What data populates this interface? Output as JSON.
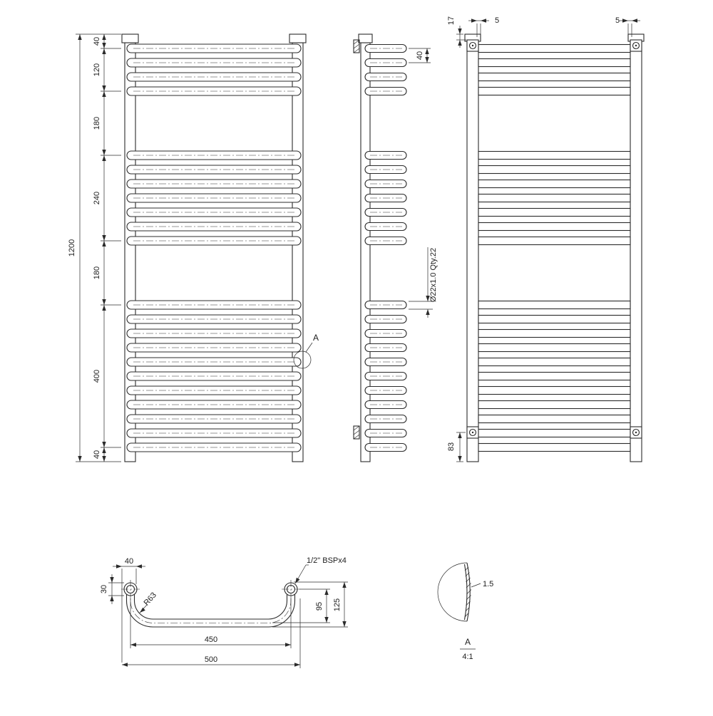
{
  "drawing": {
    "front_view": {
      "overall_height": "1200",
      "chain_dims": [
        "40",
        "120",
        "180",
        "240",
        "180",
        "400",
        "40"
      ],
      "detail_callout": "A"
    },
    "side_view": {
      "tube_pitch": "40",
      "tube_spec": "Ø22x1.0 Qty.22"
    },
    "back_view": {
      "bracket_top_offset": "17",
      "bracket_left_inset": "5",
      "bracket_right_inset": "5",
      "bracket_bottom_offset": "83"
    },
    "plan_view": {
      "edge_to_tube": "40",
      "rail_diameter": "30",
      "bend_radius": "R63",
      "connection_thread": "1/2\" BSPx4",
      "tube_projection": "95",
      "overall_depth": "125",
      "rail_centres": "450",
      "overall_width": "500"
    },
    "detail_view": {
      "wall_thickness": "1.5",
      "label": "A",
      "scale": "4:1"
    }
  }
}
